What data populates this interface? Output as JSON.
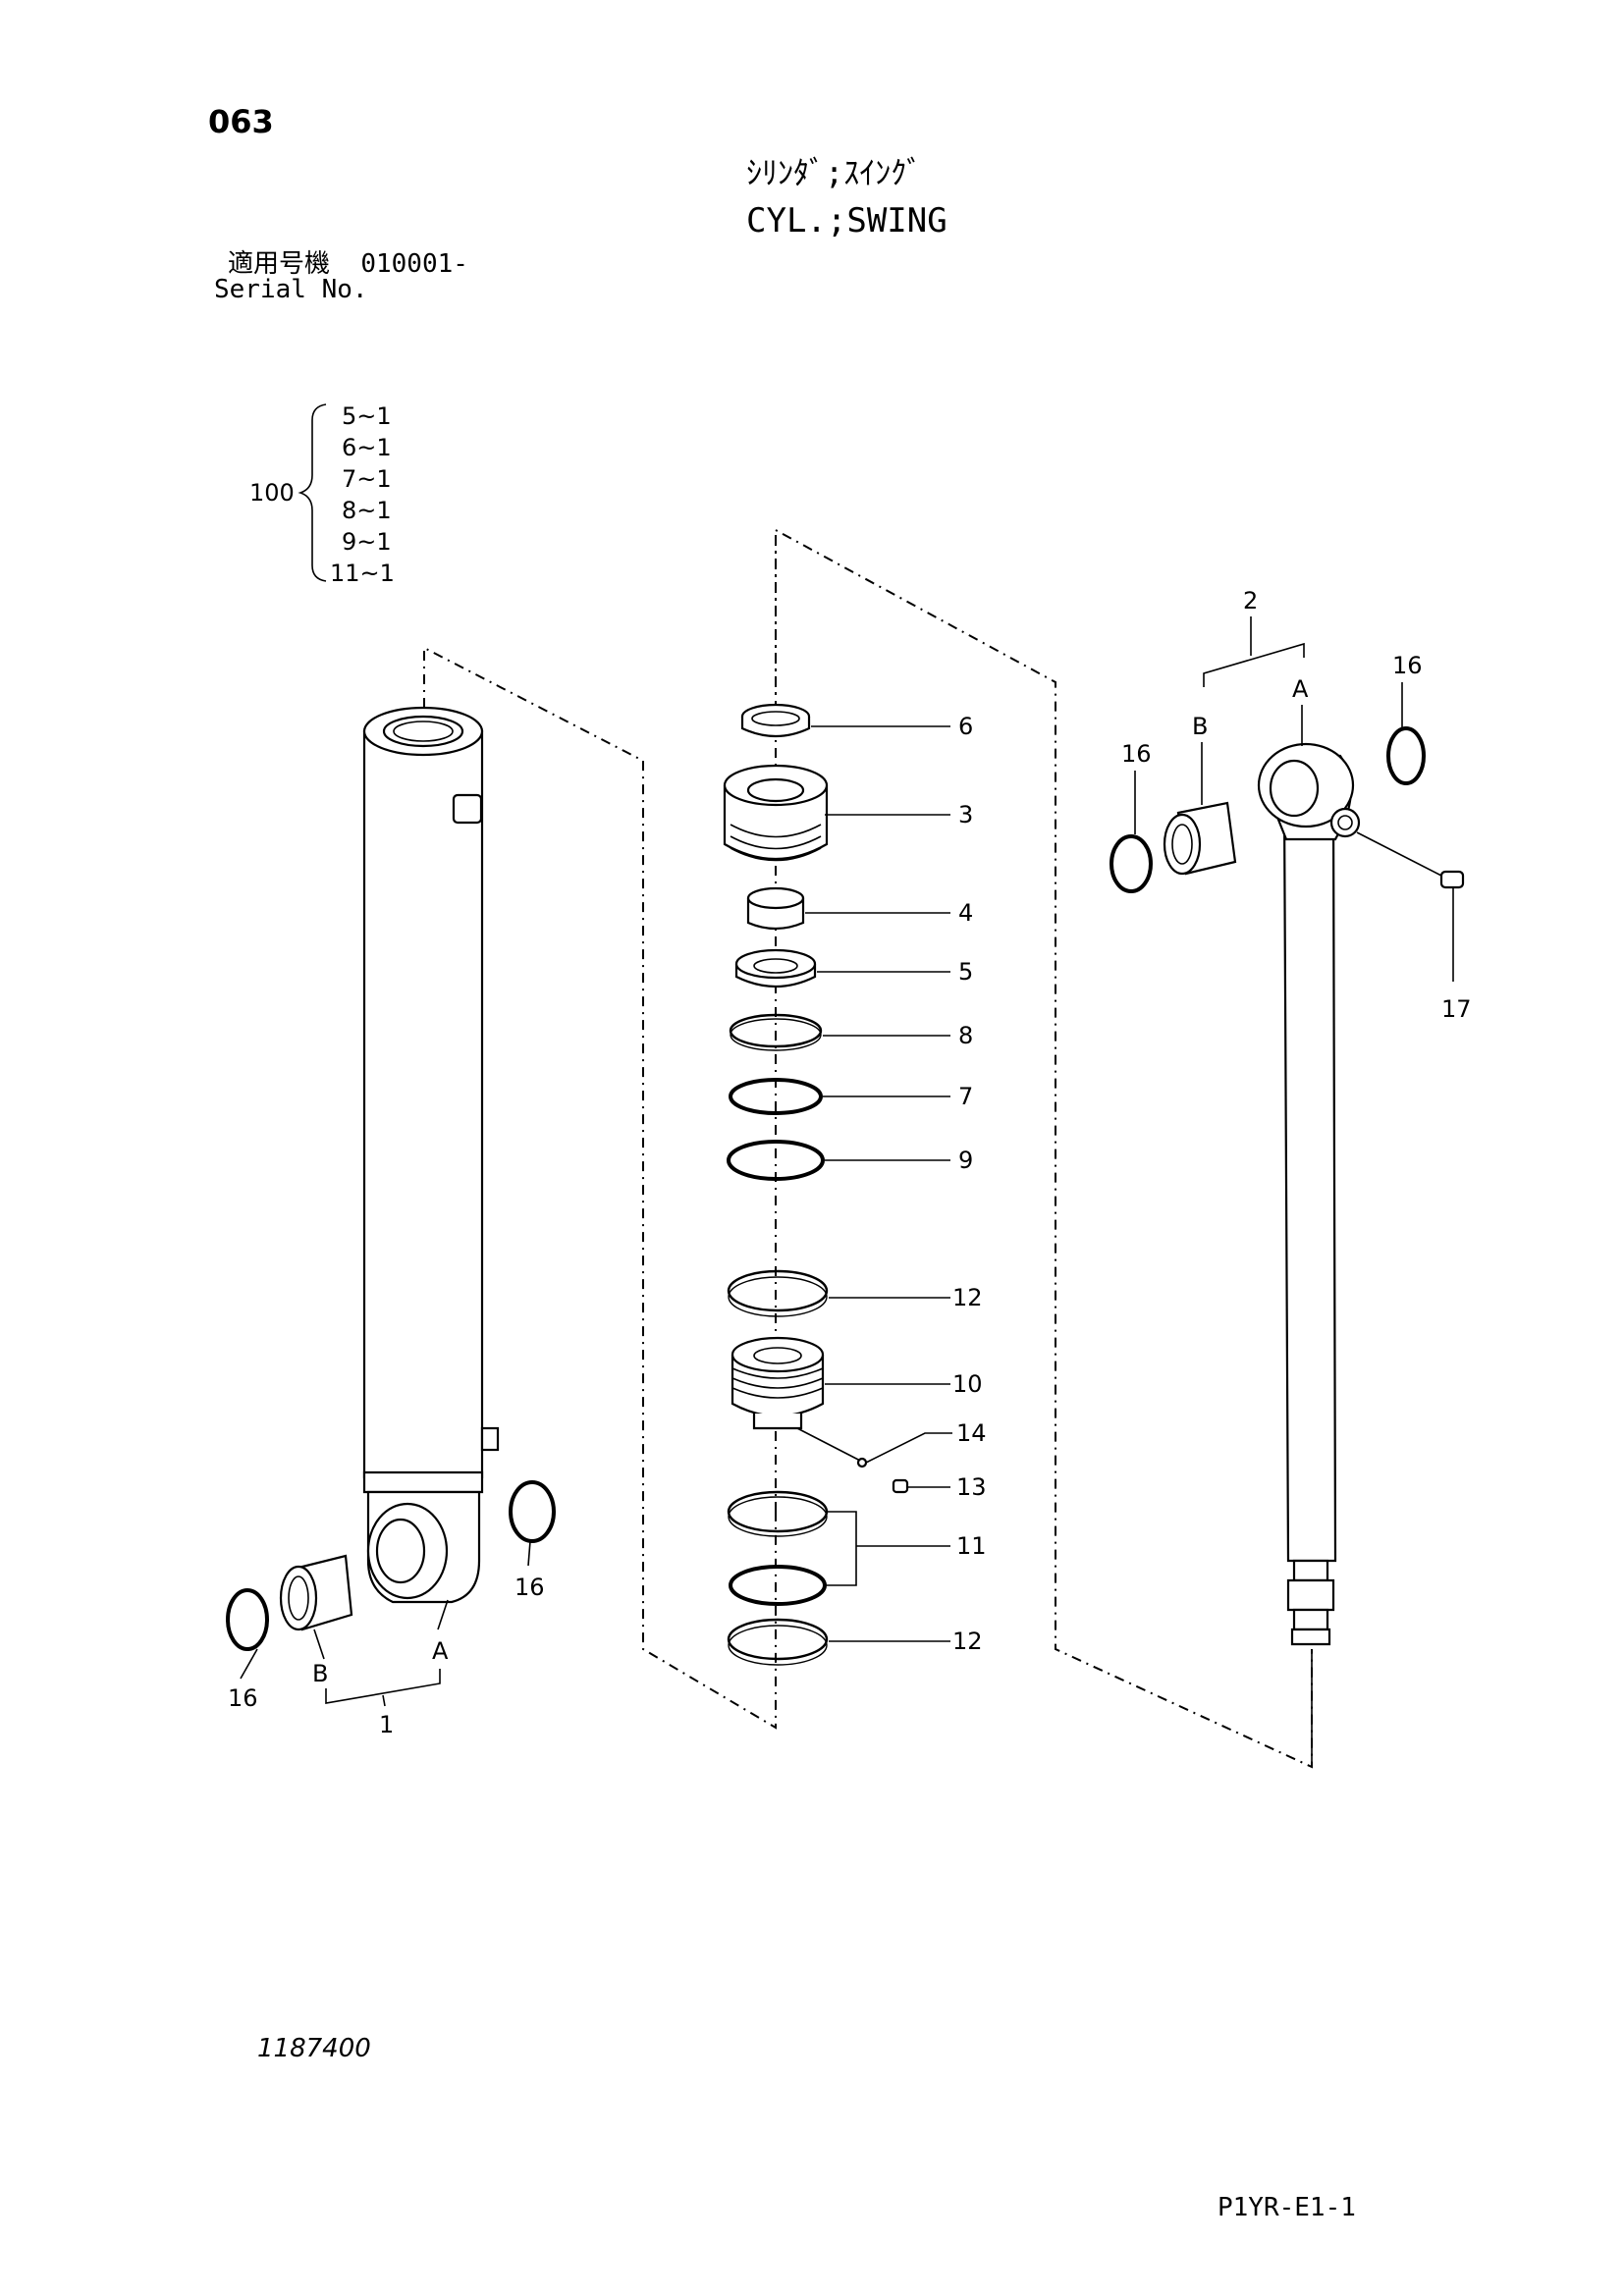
{
  "header": {
    "page_number": "063",
    "title_jp": "ｼﾘﾝﾀﾞ;ｽｲﾝｸﾞ",
    "title_en": "CYL.;SWING",
    "serial_label_jp": "適用号機",
    "serial_value": "010001-",
    "serial_label_en": "Serial No."
  },
  "kit": {
    "number": "100",
    "items": [
      "5~1",
      "6~1",
      "7~1",
      "8~1",
      "9~1",
      "11~1"
    ]
  },
  "callouts": {
    "c1": "1",
    "c2": "2",
    "c3": "3",
    "c4": "4",
    "c5": "5",
    "c6": "6",
    "c7": "7",
    "c8": "8",
    "c9": "9",
    "c10": "10",
    "c11": "11",
    "c12a": "12",
    "c12b": "12",
    "c13": "13",
    "c14": "14",
    "c16a": "16",
    "c16b": "16",
    "c16c": "16",
    "c16d": "16",
    "c17": "17",
    "a_left": "A",
    "b_left": "B",
    "a_right": "A",
    "b_right": "B"
  },
  "footer": {
    "figure_number": "1187400",
    "page_code": "P1YR-E1-1"
  }
}
